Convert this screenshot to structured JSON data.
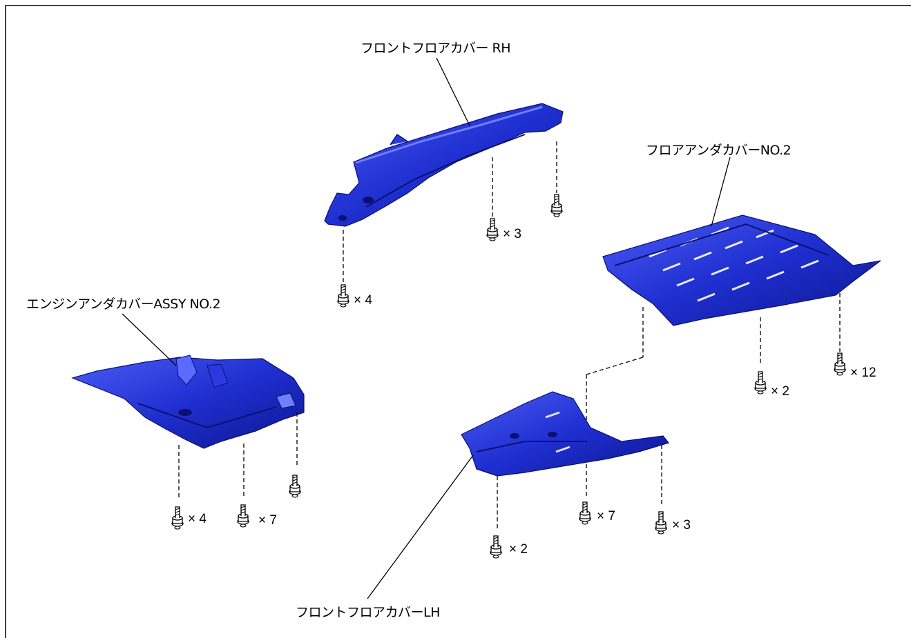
{
  "labels": {
    "front_floor_cover_rh": "フロントフロアカバー RH",
    "floor_under_cover_no2": "フロアアンダカバーNO.2",
    "engine_under_cover_assy_no2": "エンジンアンダカバーASSY NO.2",
    "front_floor_cover_lh": "フロントフロアカバーLH"
  },
  "fastener_counts": {
    "rh_front": "× 4",
    "rh_middle": "× 3",
    "no2_left": "× 2",
    "no2_right": "× 12",
    "engine_left": "× 4",
    "engine_middle": "× 7",
    "lh_left": "× 2",
    "lh_middle": "× 7",
    "lh_right": "× 3"
  },
  "colors": {
    "part_fill": "#1f2fd0",
    "part_dark": "#0c1690",
    "part_light": "#5a6cff",
    "line": "#000000"
  }
}
